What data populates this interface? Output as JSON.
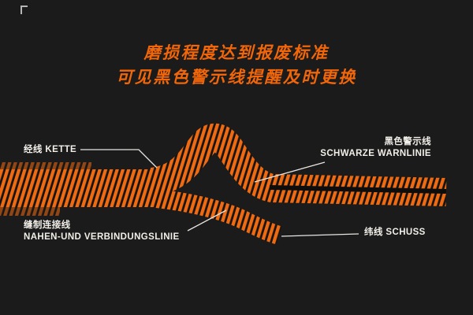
{
  "title": {
    "line1": "磨损程度达到报废标准",
    "line2": "可见黑色警示线提醒及时更换"
  },
  "labels": {
    "kette_zh": "经线",
    "kette_de": "KETTE",
    "warnlinie_zh": "黑色警示线",
    "warnlinie_de": "SCHWARZE WARNLINIE",
    "seam_zh": "缝制连接线",
    "seam_de": "NAHEN-UND VERBINDUNGSLINIE",
    "schuss_zh": "纬线",
    "schuss_de": "SCHUSS"
  },
  "colors": {
    "background": "#1b1b1b",
    "webbing_orange": "#ef6a10",
    "stripe_dark": "#141414",
    "warnline_black": "#0d0d0d",
    "text_white": "#f2efe9",
    "title_orange": "#f2660a"
  }
}
